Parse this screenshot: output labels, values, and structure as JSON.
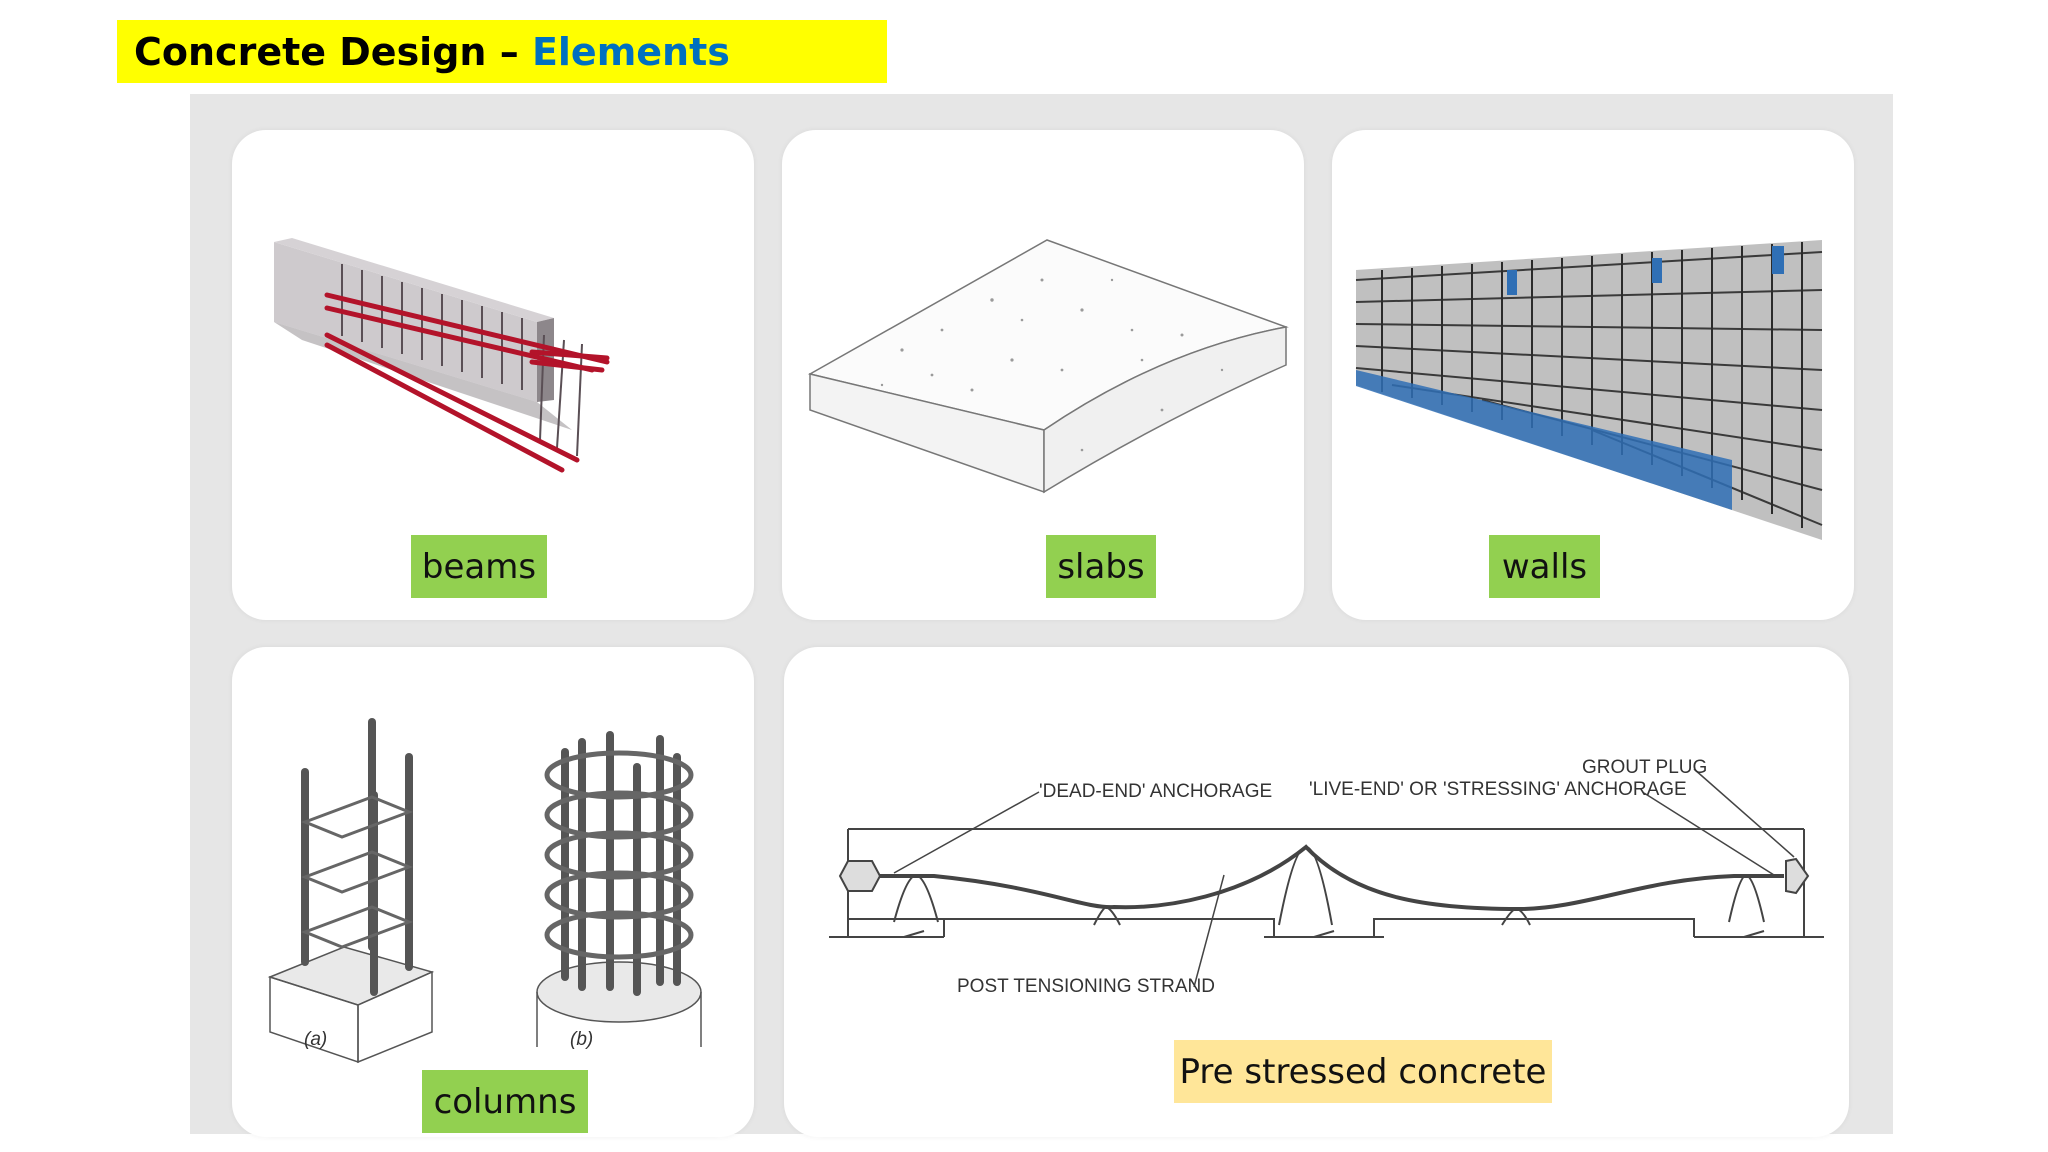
{
  "title": {
    "main": "Concrete Design –",
    "accent": "Elements"
  },
  "panels": {
    "beams": {
      "label": "beams"
    },
    "slabs": {
      "label": "slabs"
    },
    "walls": {
      "label": "walls"
    },
    "columns": {
      "label": "columns",
      "caption_a": "(a)",
      "caption_b": "(b)"
    },
    "prestressed": {
      "label": "Pre stressed concrete",
      "annotations": {
        "dead_end": "'DEAD-END' ANCHORAGE",
        "live_end": "'LIVE-END' OR 'STRESSING' ANCHORAGE",
        "grout_plug": "GROUT PLUG",
        "strand": "POST TENSIONING STRAND"
      }
    }
  },
  "colors": {
    "title_bg": "#ffff00",
    "title_accent": "#0070c0",
    "label_green": "#92d050",
    "label_yellow": "#ffe699",
    "rebar_red": "#b3132a",
    "wall_blue": "#2f6fb5"
  }
}
